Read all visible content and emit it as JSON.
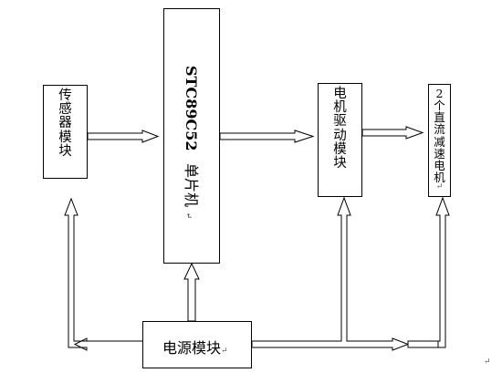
{
  "blocks": {
    "mcu": {
      "model": "STC89C52",
      "name": "单片机",
      "paragraph_mark": "↵"
    },
    "sensor": {
      "chars": "传\n感\n器\n模\n块"
    },
    "motor_driver": {
      "chars": "电\n机\n驱\n动\n模\n块"
    },
    "dc_motor": {
      "chars": "2\n个\n直\n流\n减\n速\n电\n机",
      "paragraph_mark": "↵"
    },
    "power": {
      "label": "电源模块",
      "paragraph_mark": "↵"
    }
  },
  "page_end_mark": "↵",
  "colors": {
    "stroke": "#000000",
    "fill": "#ffffff",
    "formatting_mark": "#5a5a5a"
  }
}
